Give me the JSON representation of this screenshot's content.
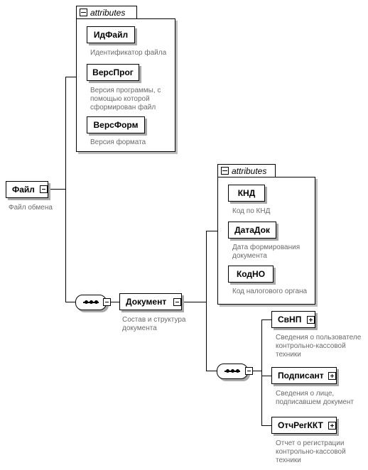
{
  "root": {
    "name": "Файл",
    "desc": "Файл обмена"
  },
  "attributes_label": "attributes",
  "root_attrs": [
    {
      "name": "ИдФайл",
      "desc": "Идентификатор файла"
    },
    {
      "name": "ВерсПрог",
      "desc": "Версия программы, с помощью которой сформирован файл"
    },
    {
      "name": "ВерсФорм",
      "desc": "Версия формата"
    }
  ],
  "document": {
    "name": "Документ",
    "desc": "Состав и структура документа"
  },
  "doc_attrs": [
    {
      "name": "КНД",
      "desc": "Код по КНД"
    },
    {
      "name": "ДатаДок",
      "desc": "Дата формирования документа"
    },
    {
      "name": "КодНО",
      "desc": "Код налогового органа"
    }
  ],
  "children": [
    {
      "name": "СвНП",
      "desc": "Сведения о пользователе контрольно-кассовой техники"
    },
    {
      "name": "Подписант",
      "desc": "Сведения о лице, подписавшем документ"
    },
    {
      "name": "ОтчРегККТ",
      "desc": "Отчет о регистрации контрольно-кассовой техники"
    }
  ]
}
